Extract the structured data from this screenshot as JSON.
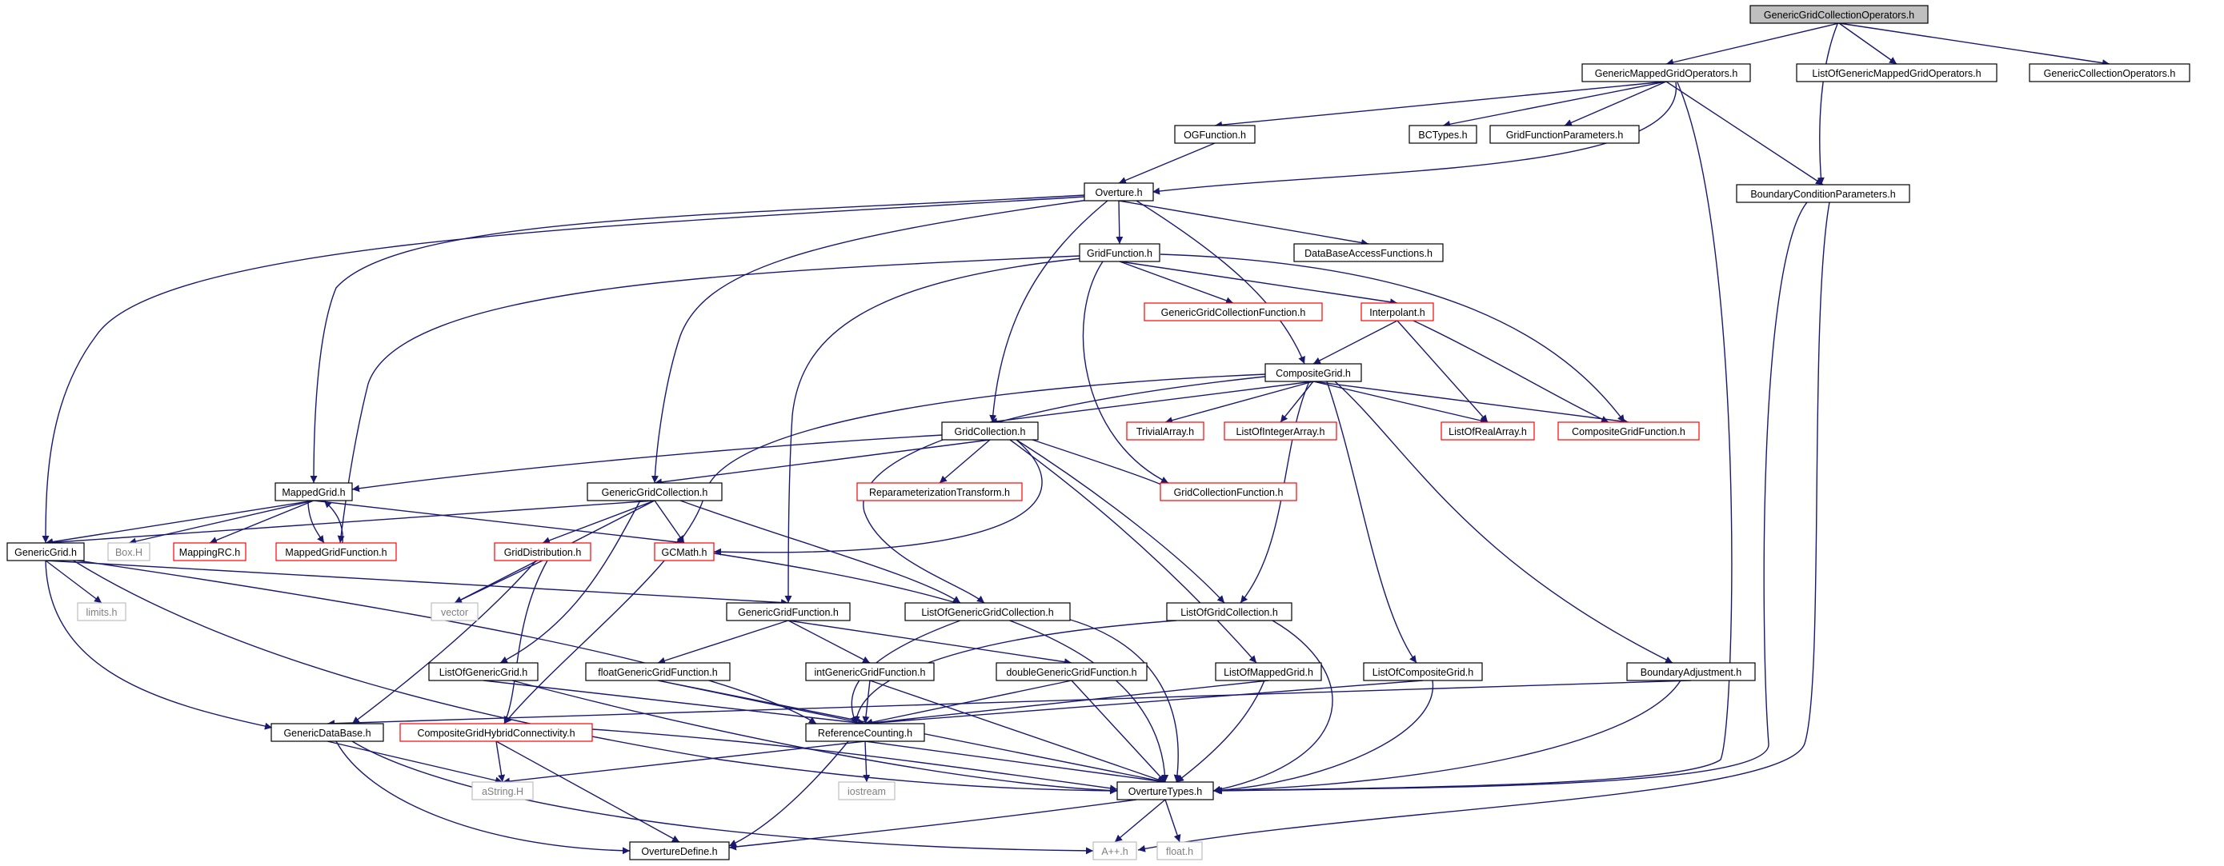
{
  "graph": {
    "nodes": [
      {
        "id": "GenericGridCollectionOperators.h",
        "label": "GenericGridCollectionOperators.h",
        "style": "root"
      },
      {
        "id": "GenericMappedGridOperators.h",
        "label": "GenericMappedGridOperators.h",
        "style": "normal"
      },
      {
        "id": "ListOfGenericMappedGridOperators.h",
        "label": "ListOfGenericMappedGridOperators.h",
        "style": "normal"
      },
      {
        "id": "GenericCollectionOperators.h",
        "label": "GenericCollectionOperators.h",
        "style": "normal"
      },
      {
        "id": "OGFunction.h",
        "label": "OGFunction.h",
        "style": "normal"
      },
      {
        "id": "BCTypes.h",
        "label": "BCTypes.h",
        "style": "normal"
      },
      {
        "id": "GridFunctionParameters.h",
        "label": "GridFunctionParameters.h",
        "style": "normal"
      },
      {
        "id": "Overture.h",
        "label": "Overture.h",
        "style": "normal"
      },
      {
        "id": "BoundaryConditionParameters.h",
        "label": "BoundaryConditionParameters.h",
        "style": "normal"
      },
      {
        "id": "GridFunction.h",
        "label": "GridFunction.h",
        "style": "normal"
      },
      {
        "id": "DataBaseAccessFunctions.h",
        "label": "DataBaseAccessFunctions.h",
        "style": "normal"
      },
      {
        "id": "GenericGridCollectionFunction.h",
        "label": "GenericGridCollectionFunction.h",
        "style": "red"
      },
      {
        "id": "Interpolant.h",
        "label": "Interpolant.h",
        "style": "red"
      },
      {
        "id": "CompositeGrid.h",
        "label": "CompositeGrid.h",
        "style": "normal"
      },
      {
        "id": "GridCollection.h",
        "label": "GridCollection.h",
        "style": "normal"
      },
      {
        "id": "TrivialArray.h",
        "label": "TrivialArray.h",
        "style": "red"
      },
      {
        "id": "ListOfIntegerArray.h",
        "label": "ListOfIntegerArray.h",
        "style": "red"
      },
      {
        "id": "ListOfRealArray.h",
        "label": "ListOfRealArray.h",
        "style": "red"
      },
      {
        "id": "CompositeGridFunction.h",
        "label": "CompositeGridFunction.h",
        "style": "red"
      },
      {
        "id": "MappedGrid.h",
        "label": "MappedGrid.h",
        "style": "normal"
      },
      {
        "id": "GenericGridCollection.h",
        "label": "GenericGridCollection.h",
        "style": "normal"
      },
      {
        "id": "ReparameterizationTransform.h",
        "label": "ReparameterizationTransform.h",
        "style": "red"
      },
      {
        "id": "GridCollectionFunction.h",
        "label": "GridCollectionFunction.h",
        "style": "red"
      },
      {
        "id": "GenericGrid.h",
        "label": "GenericGrid.h",
        "style": "normal"
      },
      {
        "id": "Box.H",
        "label": "Box.H",
        "style": "gray"
      },
      {
        "id": "MappingRC.h",
        "label": "MappingRC.h",
        "style": "red"
      },
      {
        "id": "MappedGridFunction.h",
        "label": "MappedGridFunction.h",
        "style": "red"
      },
      {
        "id": "GridDistribution.h",
        "label": "GridDistribution.h",
        "style": "red"
      },
      {
        "id": "GCMath.h",
        "label": "GCMath.h",
        "style": "red"
      },
      {
        "id": "limits.h",
        "label": "limits.h",
        "style": "gray"
      },
      {
        "id": "vector",
        "label": "vector",
        "style": "gray"
      },
      {
        "id": "GenericGridFunction.h",
        "label": "GenericGridFunction.h",
        "style": "normal"
      },
      {
        "id": "ListOfGenericGridCollection.h",
        "label": "ListOfGenericGridCollection.h",
        "style": "normal"
      },
      {
        "id": "ListOfGridCollection.h",
        "label": "ListOfGridCollection.h",
        "style": "normal"
      },
      {
        "id": "ListOfGenericGrid.h",
        "label": "ListOfGenericGrid.h",
        "style": "normal"
      },
      {
        "id": "floatGenericGridFunction.h",
        "label": "floatGenericGridFunction.h",
        "style": "normal"
      },
      {
        "id": "intGenericGridFunction.h",
        "label": "intGenericGridFunction.h",
        "style": "normal"
      },
      {
        "id": "doubleGenericGridFunction.h",
        "label": "doubleGenericGridFunction.h",
        "style": "normal"
      },
      {
        "id": "ListOfMappedGrid.h",
        "label": "ListOfMappedGrid.h",
        "style": "normal"
      },
      {
        "id": "ListOfCompositeGrid.h",
        "label": "ListOfCompositeGrid.h",
        "style": "normal"
      },
      {
        "id": "BoundaryAdjustment.h",
        "label": "BoundaryAdjustment.h",
        "style": "normal"
      },
      {
        "id": "GenericDataBase.h",
        "label": "GenericDataBase.h",
        "style": "normal"
      },
      {
        "id": "CompositeGridHybridConnectivity.h",
        "label": "CompositeGridHybridConnectivity.h",
        "style": "red"
      },
      {
        "id": "ReferenceCounting.h",
        "label": "ReferenceCounting.h",
        "style": "normal"
      },
      {
        "id": "aString.H",
        "label": "aString.H",
        "style": "gray"
      },
      {
        "id": "iostream",
        "label": "iostream",
        "style": "gray"
      },
      {
        "id": "OvertureTypes.h",
        "label": "OvertureTypes.h",
        "style": "normal"
      },
      {
        "id": "OvertureDefine.h",
        "label": "OvertureDefine.h",
        "style": "normal"
      },
      {
        "id": "A++.h",
        "label": "A++.h",
        "style": "gray"
      },
      {
        "id": "float.h",
        "label": "float.h",
        "style": "gray"
      }
    ],
    "edges": [
      [
        "GenericGridCollectionOperators.h",
        "GenericMappedGridOperators.h"
      ],
      [
        "GenericGridCollectionOperators.h",
        "ListOfGenericMappedGridOperators.h"
      ],
      [
        "GenericGridCollectionOperators.h",
        "GenericCollectionOperators.h"
      ],
      [
        "GenericGridCollectionOperators.h",
        "BoundaryConditionParameters.h"
      ],
      [
        "GenericMappedGridOperators.h",
        "OGFunction.h"
      ],
      [
        "GenericMappedGridOperators.h",
        "BCTypes.h"
      ],
      [
        "GenericMappedGridOperators.h",
        "GridFunctionParameters.h"
      ],
      [
        "GenericMappedGridOperators.h",
        "Overture.h"
      ],
      [
        "GenericMappedGridOperators.h",
        "BoundaryConditionParameters.h"
      ],
      [
        "GenericMappedGridOperators.h",
        "OvertureTypes.h"
      ],
      [
        "OGFunction.h",
        "Overture.h"
      ],
      [
        "Overture.h",
        "GridFunction.h"
      ],
      [
        "Overture.h",
        "DataBaseAccessFunctions.h"
      ],
      [
        "Overture.h",
        "CompositeGrid.h"
      ],
      [
        "Overture.h",
        "GridCollection.h"
      ],
      [
        "Overture.h",
        "GenericGridCollection.h"
      ],
      [
        "Overture.h",
        "MappedGrid.h"
      ],
      [
        "Overture.h",
        "GenericGrid.h"
      ],
      [
        "GridFunction.h",
        "GenericGridCollectionFunction.h"
      ],
      [
        "GridFunction.h",
        "Interpolant.h"
      ],
      [
        "GridFunction.h",
        "CompositeGridFunction.h"
      ],
      [
        "GridFunction.h",
        "GridCollectionFunction.h"
      ],
      [
        "GridFunction.h",
        "GenericGridFunction.h"
      ],
      [
        "GridFunction.h",
        "MappedGridFunction.h"
      ],
      [
        "Interpolant.h",
        "CompositeGrid.h"
      ],
      [
        "Interpolant.h",
        "ListOfRealArray.h"
      ],
      [
        "Interpolant.h",
        "CompositeGridFunction.h"
      ],
      [
        "CompositeGrid.h",
        "GridCollection.h"
      ],
      [
        "CompositeGrid.h",
        "TrivialArray.h"
      ],
      [
        "CompositeGrid.h",
        "ListOfIntegerArray.h"
      ],
      [
        "CompositeGrid.h",
        "ListOfRealArray.h"
      ],
      [
        "CompositeGrid.h",
        "CompositeGridFunction.h"
      ],
      [
        "CompositeGrid.h",
        "ListOfGridCollection.h"
      ],
      [
        "CompositeGrid.h",
        "ListOfCompositeGrid.h"
      ],
      [
        "CompositeGrid.h",
        "BoundaryAdjustment.h"
      ],
      [
        "CompositeGrid.h",
        "ListOfGenericGridCollection.h"
      ],
      [
        "CompositeGrid.h",
        "CompositeGridHybridConnectivity.h"
      ],
      [
        "GridCollection.h",
        "MappedGrid.h"
      ],
      [
        "GridCollection.h",
        "GenericGridCollection.h"
      ],
      [
        "GridCollection.h",
        "ReparameterizationTransform.h"
      ],
      [
        "GridCollection.h",
        "GridCollectionFunction.h"
      ],
      [
        "GridCollection.h",
        "GCMath.h"
      ],
      [
        "GridCollection.h",
        "ListOfGridCollection.h"
      ],
      [
        "GridCollection.h",
        "ListOfMappedGrid.h"
      ],
      [
        "MappedGrid.h",
        "GenericGrid.h"
      ],
      [
        "MappedGrid.h",
        "Box.H"
      ],
      [
        "MappedGrid.h",
        "MappingRC.h"
      ],
      [
        "MappedGrid.h",
        "MappedGridFunction.h"
      ],
      [
        "MappedGrid.h",
        "GCMath.h"
      ],
      [
        "MappedGridFunction.h",
        "MappedGrid.h"
      ],
      [
        "GenericGridCollection.h",
        "GenericGrid.h"
      ],
      [
        "GenericGridCollection.h",
        "GridDistribution.h"
      ],
      [
        "GenericGridCollection.h",
        "GCMath.h"
      ],
      [
        "GenericGridCollection.h",
        "vector"
      ],
      [
        "GenericGridCollection.h",
        "ListOfGenericGridCollection.h"
      ],
      [
        "GenericGridCollection.h",
        "ListOfGenericGrid.h"
      ],
      [
        "GridDistribution.h",
        "vector"
      ],
      [
        "GridDistribution.h",
        "GenericDataBase.h"
      ],
      [
        "GridDistribution.h",
        "CompositeGridHybridConnectivity.h"
      ],
      [
        "GCMath.h",
        "OvertureTypes.h"
      ],
      [
        "GenericGrid.h",
        "limits.h"
      ],
      [
        "GenericGrid.h",
        "GenericGridFunction.h"
      ],
      [
        "GenericGrid.h",
        "GenericDataBase.h"
      ],
      [
        "GenericGrid.h",
        "ReferenceCounting.h"
      ],
      [
        "GenericGrid.h",
        "OvertureTypes.h"
      ],
      [
        "GenericGridFunction.h",
        "floatGenericGridFunction.h"
      ],
      [
        "GenericGridFunction.h",
        "intGenericGridFunction.h"
      ],
      [
        "GenericGridFunction.h",
        "doubleGenericGridFunction.h"
      ],
      [
        "ListOfGenericGridCollection.h",
        "ReferenceCounting.h"
      ],
      [
        "ListOfGenericGridCollection.h",
        "OvertureTypes.h"
      ],
      [
        "ListOfGridCollection.h",
        "ReferenceCounting.h"
      ],
      [
        "ListOfGridCollection.h",
        "OvertureTypes.h"
      ],
      [
        "ListOfGenericGrid.h",
        "ReferenceCounting.h"
      ],
      [
        "ListOfGenericGrid.h",
        "OvertureTypes.h"
      ],
      [
        "floatGenericGridFunction.h",
        "ReferenceCounting.h"
      ],
      [
        "floatGenericGridFunction.h",
        "OvertureTypes.h"
      ],
      [
        "intGenericGridFunction.h",
        "ReferenceCounting.h"
      ],
      [
        "intGenericGridFunction.h",
        "OvertureTypes.h"
      ],
      [
        "doubleGenericGridFunction.h",
        "ReferenceCounting.h"
      ],
      [
        "doubleGenericGridFunction.h",
        "OvertureTypes.h"
      ],
      [
        "ListOfMappedGrid.h",
        "ReferenceCounting.h"
      ],
      [
        "ListOfMappedGrid.h",
        "OvertureTypes.h"
      ],
      [
        "ListOfCompositeGrid.h",
        "ReferenceCounting.h"
      ],
      [
        "ListOfCompositeGrid.h",
        "OvertureTypes.h"
      ],
      [
        "BoundaryAdjustment.h",
        "GenericDataBase.h"
      ],
      [
        "BoundaryAdjustment.h",
        "OvertureTypes.h"
      ],
      [
        "BoundaryConditionParameters.h",
        "OvertureTypes.h"
      ],
      [
        "BoundaryConditionParameters.h",
        "A++.h"
      ],
      [
        "GenericDataBase.h",
        "aString.H"
      ],
      [
        "GenericDataBase.h",
        "OvertureDefine.h"
      ],
      [
        "GenericDataBase.h",
        "A++.h"
      ],
      [
        "CompositeGridHybridConnectivity.h",
        "aString.H"
      ],
      [
        "CompositeGridHybridConnectivity.h",
        "OvertureDefine.h"
      ],
      [
        "CompositeGridHybridConnectivity.h",
        "OvertureTypes.h"
      ],
      [
        "ReferenceCounting.h",
        "aString.H"
      ],
      [
        "ReferenceCounting.h",
        "iostream"
      ],
      [
        "ReferenceCounting.h",
        "OvertureTypes.h"
      ],
      [
        "ReferenceCounting.h",
        "OvertureDefine.h"
      ],
      [
        "OvertureTypes.h",
        "OvertureDefine.h"
      ],
      [
        "OvertureTypes.h",
        "A++.h"
      ],
      [
        "OvertureTypes.h",
        "float.h"
      ]
    ]
  },
  "colors": {
    "edge": "#191970",
    "normal_border": "#000000",
    "red_border": "#ff0000",
    "gray_border": "#bfbfbf",
    "gray_text": "#7f7f7f",
    "root_fill": "#bfbfbf",
    "text": "#000000"
  }
}
